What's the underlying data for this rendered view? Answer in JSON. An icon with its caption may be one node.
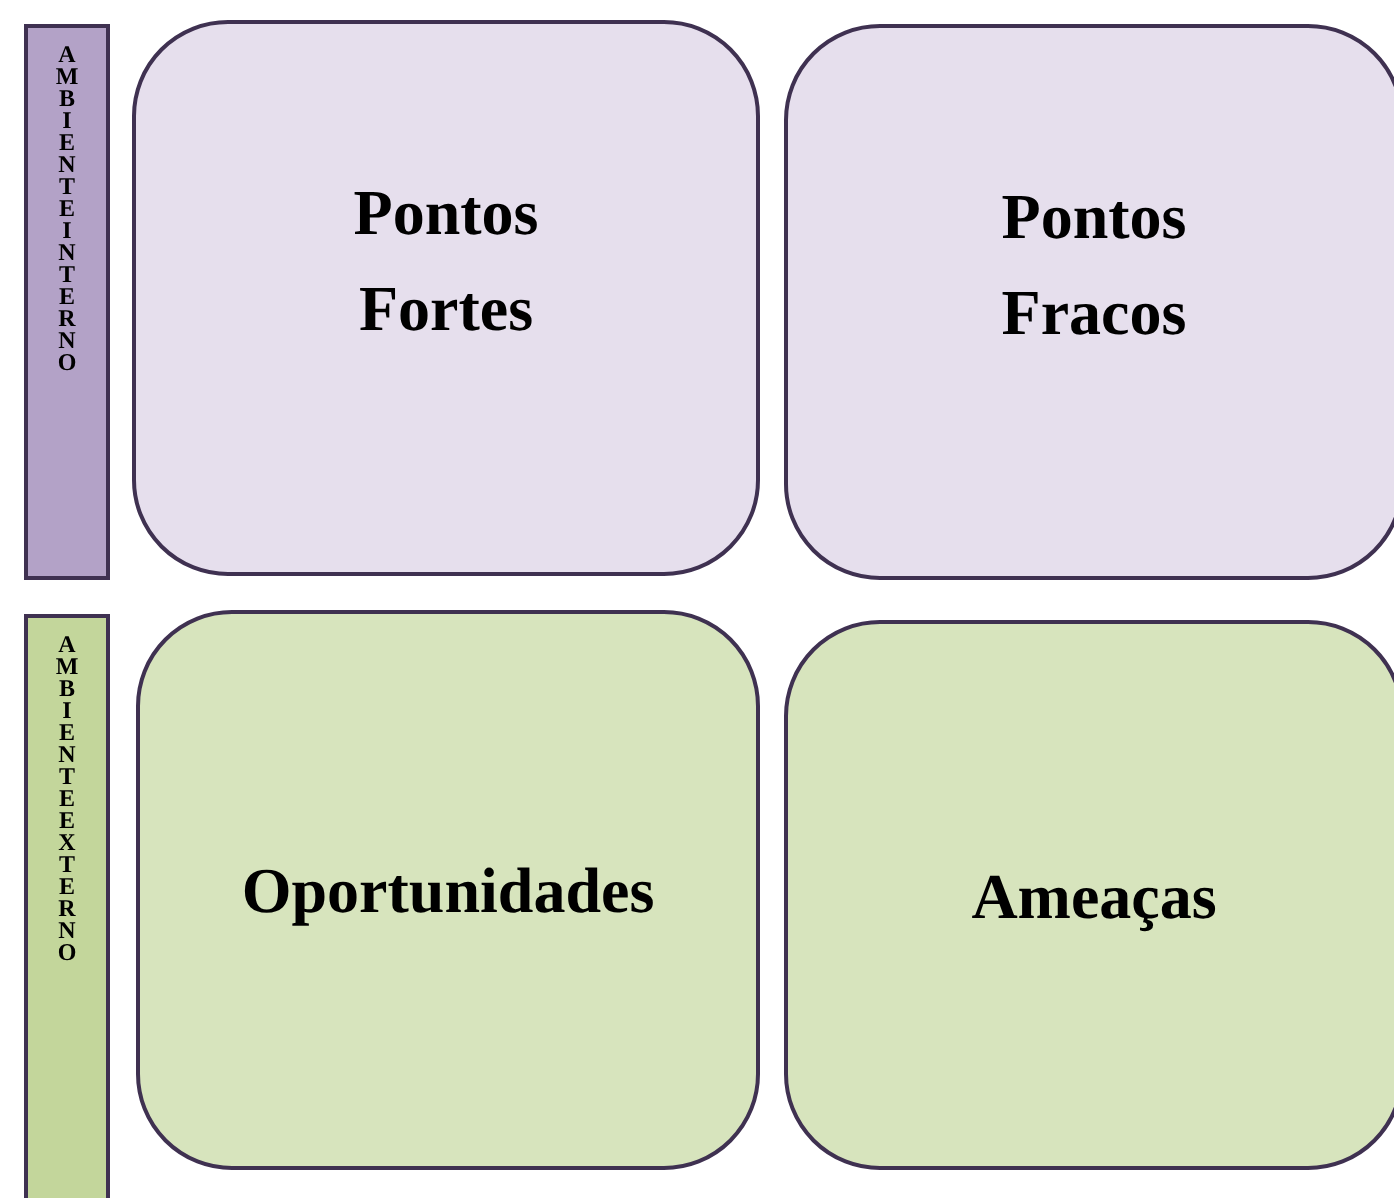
{
  "diagram": {
    "nodes": [
      {
        "text": [
          "AMBIENTEINTERNO"
        ]
      },
      {
        "text": [
          "Pontos Fortes"
        ]
      },
      {
        "text": [
          "Pontos Fracos"
        ]
      },
      {
        "text": [
          "AMBIENTEEXTERNO"
        ]
      },
      {
        "text": [
          "Oportunidades"
        ]
      },
      {
        "text": [
          "Ameaças"
        ]
      }
    ],
    "edges": []
  }
}
